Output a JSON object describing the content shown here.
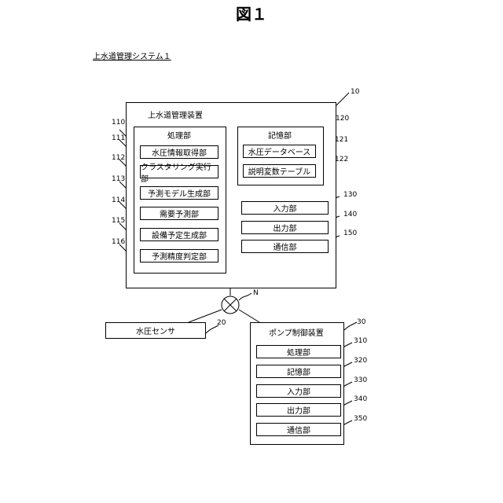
{
  "figure_title": "図１",
  "system_label": "上水道管理システム１",
  "management_device": {
    "title": "上水道管理装置",
    "ref": "10",
    "processing_unit": {
      "title": "処理部",
      "ref": "110",
      "items": [
        {
          "label": "水圧情報取得部",
          "ref": "111"
        },
        {
          "label": "クラスタリング実行部",
          "ref": "112"
        },
        {
          "label": "予測モデル生成部",
          "ref": "113"
        },
        {
          "label": "需要予測部",
          "ref": "114"
        },
        {
          "label": "設備予定生成部",
          "ref": "115"
        },
        {
          "label": "予測精度判定部",
          "ref": "116"
        }
      ]
    },
    "storage_unit": {
      "title": "記憶部",
      "ref": "120",
      "items": [
        {
          "label": "水圧データベース",
          "ref": "121"
        },
        {
          "label": "説明変数テーブル",
          "ref": "122"
        }
      ]
    },
    "io_units": [
      {
        "label": "入力部",
        "ref": "130"
      },
      {
        "label": "出力部",
        "ref": "140"
      },
      {
        "label": "通信部",
        "ref": "150"
      }
    ]
  },
  "network": {
    "ref": "N"
  },
  "sensor": {
    "label": "水圧センサ",
    "ref": "20"
  },
  "pump_device": {
    "title": "ポンプ制御装置",
    "ref": "30",
    "items": [
      {
        "label": "処理部",
        "ref": "310"
      },
      {
        "label": "記憶部",
        "ref": "320"
      },
      {
        "label": "入力部",
        "ref": "330"
      },
      {
        "label": "出力部",
        "ref": "340"
      },
      {
        "label": "通信部",
        "ref": "350"
      }
    ]
  }
}
